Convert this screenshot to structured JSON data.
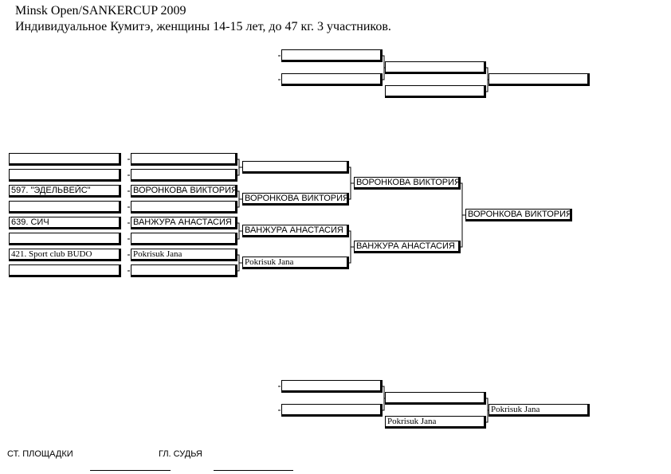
{
  "header": {
    "title": "Minsk Open/SANKERCUP 2009",
    "subtitle": "Индивидуальное Кумитэ, женщины 14-15 лет, до  47 кг. 3 участников."
  },
  "bracket": {
    "clubs": [
      "",
      "",
      "597. \"ЭДЕЛЬВЕЙС\"",
      "",
      "639. СИЧ",
      "",
      "421. Sport club BUDO",
      ""
    ],
    "round1": [
      "",
      "",
      "ВОРОНКОВА ВИКТОРИЯ",
      "",
      "ВАНЖУРА АНАСТАСИЯ",
      "",
      "Pokrisuk Jana",
      ""
    ],
    "round2": [
      "",
      "ВОРОНКОВА ВИКТОРИЯ",
      "ВАНЖУРА АНАСТАСИЯ",
      "Pokrisuk Jana"
    ],
    "semifinal": [
      "ВОРОНКОВА ВИКТОРИЯ",
      "ВАНЖУРА АНАСТАСИЯ"
    ],
    "final": "ВОРОНКОВА ВИКТОРИЯ"
  },
  "repechage_top": {
    "r1": [
      "",
      ""
    ],
    "r2": [
      "",
      ""
    ],
    "r3": ""
  },
  "repechage_bottom": {
    "r1": [
      "",
      ""
    ],
    "r2": [
      "",
      "Pokrisuk Jana"
    ],
    "r3": "Pokrisuk Jana"
  },
  "footer": {
    "site_chief": "СТ. ПЛОЩАДКИ",
    "chief_judge": "ГЛ. СУДЬЯ"
  }
}
